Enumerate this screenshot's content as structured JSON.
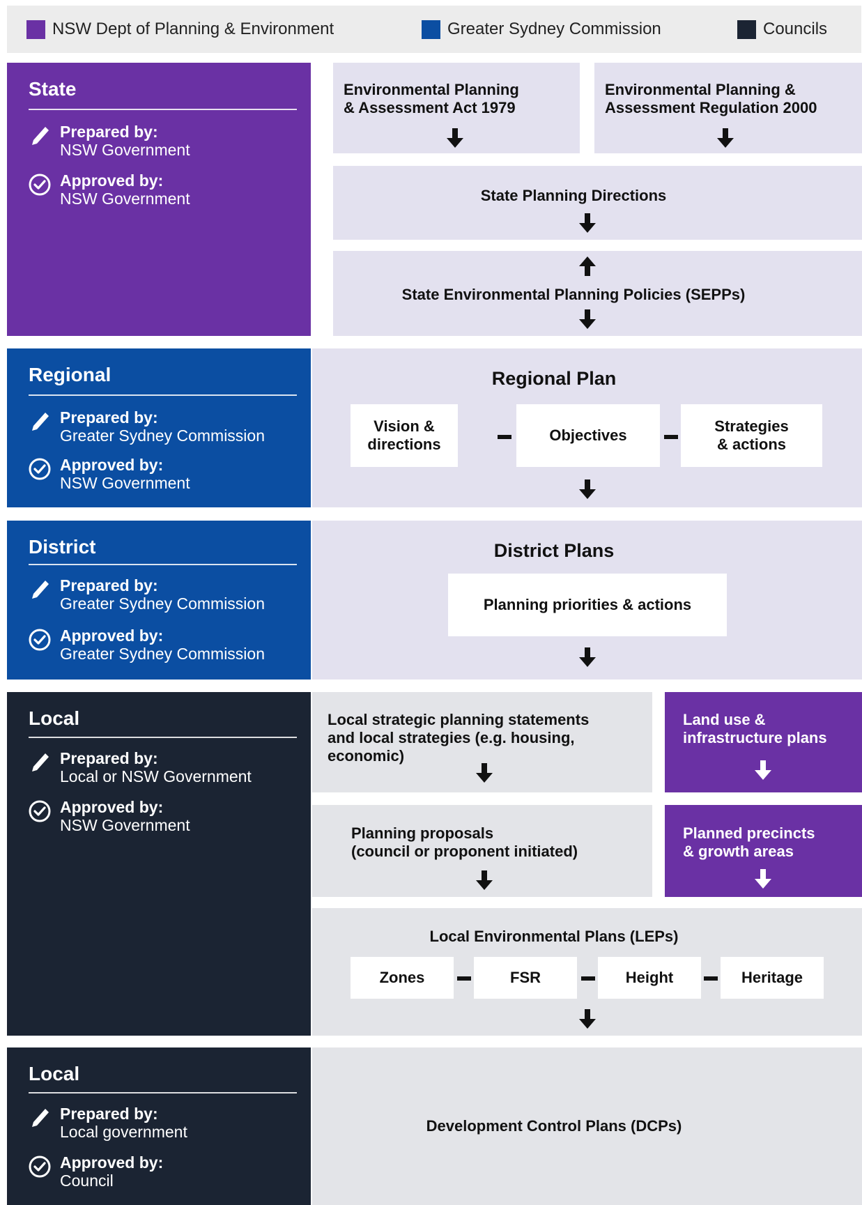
{
  "legend": [
    {
      "label": "NSW Dept of Planning & Environment",
      "color": "#6a31a4"
    },
    {
      "label": "Greater Sydney Commission",
      "color": "#0b4ea2"
    },
    {
      "label": "Councils",
      "color": "#1b2433"
    }
  ],
  "colors": {
    "purple": "#6a31a4",
    "blue": "#0b4ea2",
    "navy": "#1b2433",
    "lavender": "#e3e1ef",
    "grey": "#e3e4e8"
  },
  "levels": [
    {
      "title": "State",
      "prepared_label": "Prepared by:",
      "prepared_by": "NSW Government",
      "approved_label": "Approved by:",
      "approved_by": "NSW Government"
    },
    {
      "title": "Regional",
      "prepared_label": "Prepared by:",
      "prepared_by": "Greater Sydney Commission",
      "approved_label": "Approved by:",
      "approved_by": "NSW Government"
    },
    {
      "title": "District",
      "prepared_label": "Prepared by:",
      "prepared_by": "Greater Sydney Commission",
      "approved_label": "Approved by:",
      "approved_by": "Greater Sydney Commission"
    },
    {
      "title": "Local",
      "prepared_label": "Prepared by:",
      "prepared_by": "Local or NSW Government",
      "approved_label": "Approved by:",
      "approved_by": "NSW Government"
    },
    {
      "title": "Local",
      "prepared_label": "Prepared by:",
      "prepared_by": "Local government",
      "approved_label": "Approved by:",
      "approved_by": "Council"
    }
  ],
  "state": {
    "act": [
      "Environmental Planning",
      "& Assessment Act 1979"
    ],
    "regulation": [
      "Environmental Planning &",
      "Assessment Regulation 2000"
    ],
    "directions": "State Planning Directions",
    "sepps": "State Environmental Planning Policies (SEPPs)"
  },
  "regional": {
    "title": "Regional Plan",
    "boxes": [
      [
        "Vision &",
        "directions"
      ],
      [
        "Objectives"
      ],
      [
        "Strategies",
        "& actions"
      ]
    ]
  },
  "district": {
    "title": "District Plans",
    "box": "Planning priorities & actions"
  },
  "local": {
    "lsps": [
      "Local strategic planning statements",
      "and local strategies (e.g. housing,",
      "economic)"
    ],
    "land_use": [
      "Land use &",
      "infrastructure plans"
    ],
    "proposals": [
      "Planning proposals",
      "(council or proponent initiated)"
    ],
    "precincts": [
      "Planned precincts",
      "& growth areas"
    ],
    "leps_title": "Local Environmental Plans (LEPs)",
    "lep_items": [
      "Zones",
      "FSR",
      "Height",
      "Heritage"
    ]
  },
  "dcp": {
    "title": "Development Control Plans (DCPs)"
  }
}
